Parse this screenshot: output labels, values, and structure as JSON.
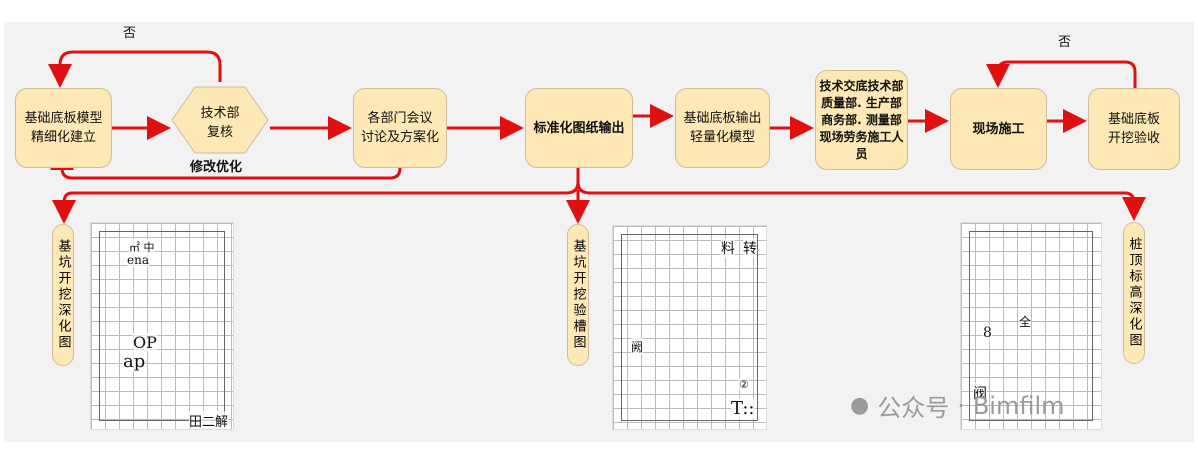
{
  "nodes": {
    "n1": "基础底板模型\n精细化建立",
    "n2": "技术部\n复核",
    "n3": "各部门会议\n讨论及方案化",
    "n4": "标准化图纸输出",
    "n5": "基础底板输出\n轻量化模型",
    "n6": "技术交底技术部\n质量部. 生产部\n商务部. 测量部\n现场劳务施工人\n员",
    "n7": "现场施工",
    "n8": "基础底板\n开挖验收"
  },
  "labels": {
    "no1": "否",
    "no2": "否",
    "revise": "修改优化"
  },
  "outputs": [
    "基坑开挖深化图",
    "基坑开挖验槽图",
    "桩顶标高深化图"
  ],
  "drawing_overlays": {
    "d1": [
      "㎡ 中",
      "ena",
      "OP",
      "ap",
      "田二解"
    ],
    "d2": [
      "料",
      "转",
      "阙",
      "②",
      "T::"
    ],
    "d3": [
      "8",
      "全",
      "阀"
    ]
  },
  "watermark": {
    "prefix": "公众号",
    "sep": "·",
    "name": "Bimfilm"
  },
  "colors": {
    "arrow": "#e01010",
    "box": "#fde8b6"
  }
}
